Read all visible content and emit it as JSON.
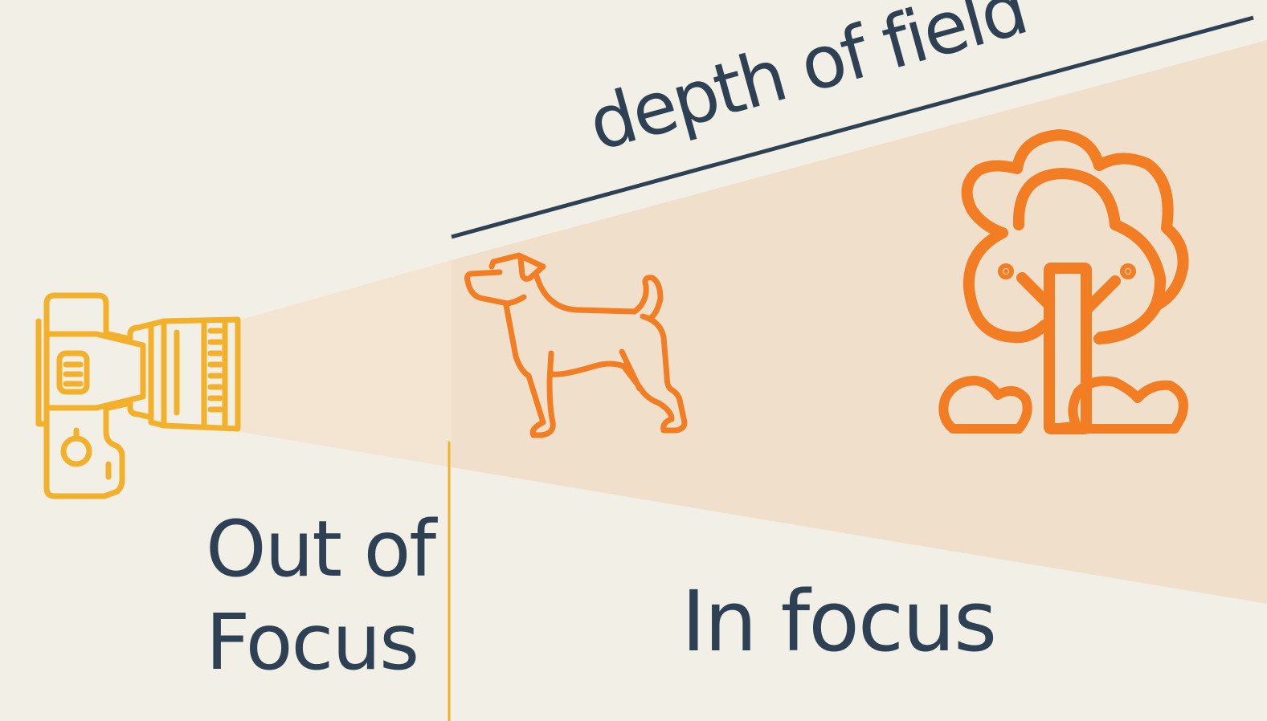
{
  "diagram": {
    "depth_of_field_label": "depth of field",
    "out_of_focus_label": [
      "Out of",
      "Focus"
    ],
    "in_focus_label": "In focus"
  },
  "colors": {
    "background": "#f1efe6",
    "light_cone": "#f4e5d3",
    "focus_zone": "#f0dfcb",
    "text": "#2e4154",
    "camera": "#f3b02b",
    "subjects": "#f27d22",
    "dof_line": "#2e4154",
    "divider": "#f3b02b"
  },
  "icons": [
    "camera-icon",
    "dog-icon",
    "tree-icon",
    "bush-icon"
  ]
}
